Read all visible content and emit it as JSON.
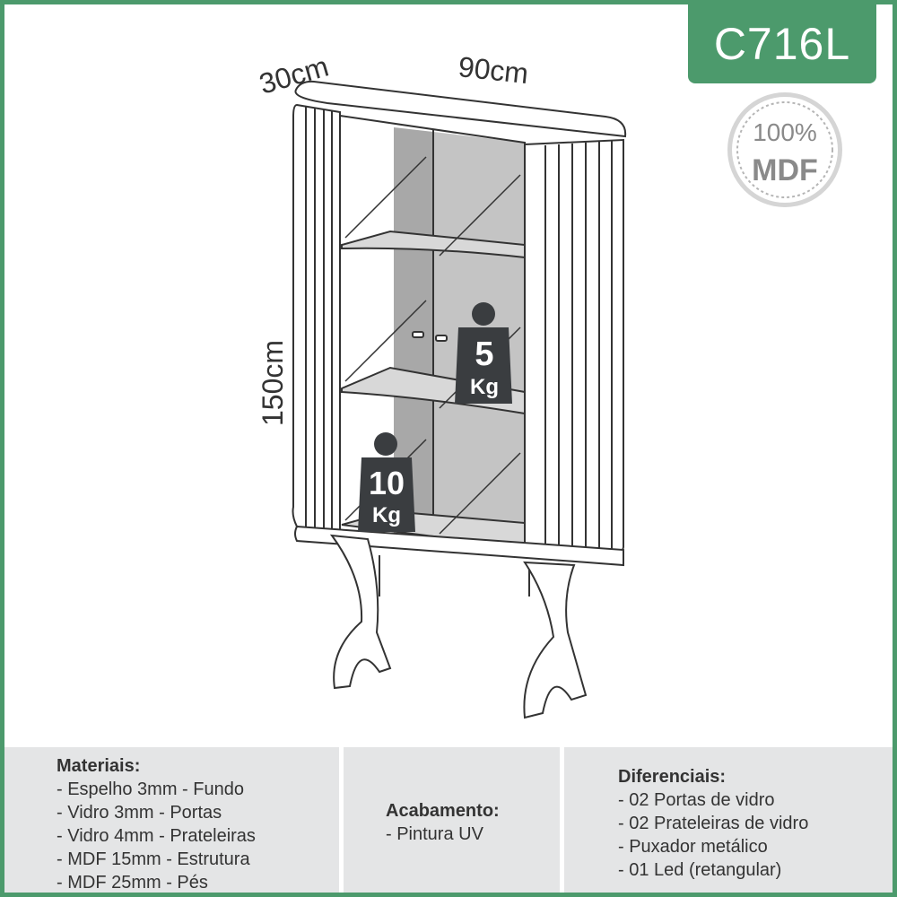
{
  "product_code": "C716L",
  "badge": {
    "percent": "100%",
    "material": "MDF"
  },
  "dimensions": {
    "depth": "30cm",
    "width": "90cm",
    "height": "150cm"
  },
  "weights": {
    "shelf": {
      "value": "5",
      "unit": "Kg"
    },
    "base": {
      "value": "10",
      "unit": "Kg"
    }
  },
  "materiais": {
    "title": "Materiais:",
    "items": [
      "- Espelho 3mm - Fundo",
      "- Vidro 3mm - Portas",
      "- Vidro 4mm - Prateleiras",
      "- MDF 15mm - Estrutura",
      "- MDF 25mm - Pés"
    ]
  },
  "acabamento": {
    "title": "Acabamento:",
    "items": [
      "- Pintura UV"
    ]
  },
  "diferenciais": {
    "title": "Diferenciais:",
    "items": [
      "- 02 Portas de vidro",
      "- 02 Prateleiras de vidro",
      "- Puxador metálico",
      "- 01 Led (retangular)"
    ]
  },
  "colors": {
    "brand_green": "#4c9a6c",
    "panel_gray": "#e4e5e6",
    "weight_icon": "#3a3d40"
  }
}
